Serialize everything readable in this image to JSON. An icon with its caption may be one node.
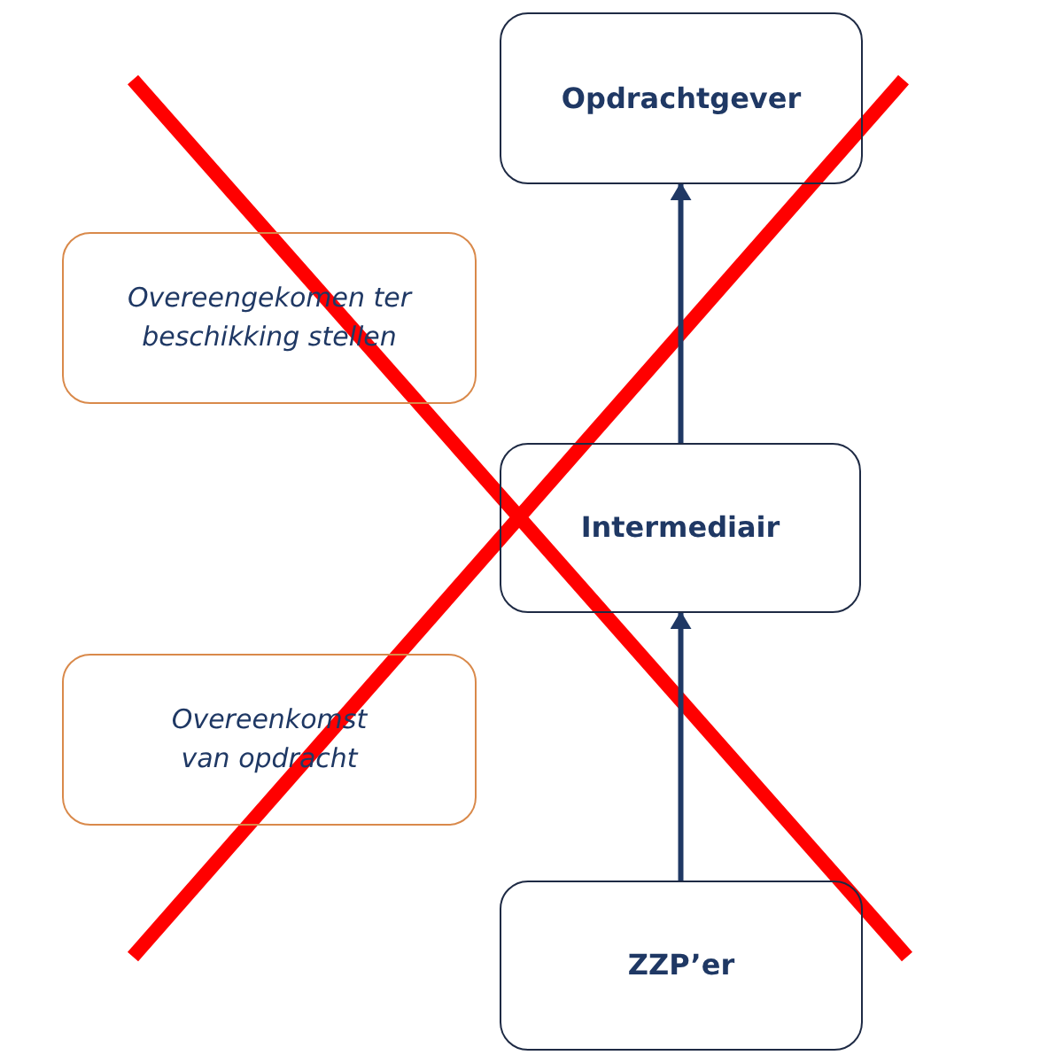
{
  "diagram": {
    "nodes": [
      {
        "text": [
          "Opdrachtgever"
        ]
      },
      {
        "text": [
          "Overeengekomen ter beschikking stellen"
        ]
      },
      {
        "text": [
          "Intermediair"
        ]
      },
      {
        "text": [
          "Overeenkomst van opdracht"
        ]
      },
      {
        "text": [
          "ZZP’er"
        ]
      }
    ],
    "edges": [
      {
        "from": 2,
        "to": 0,
        "arrow": "to"
      },
      {
        "from": 4,
        "to": 2,
        "arrow": "to"
      }
    ]
  }
}
